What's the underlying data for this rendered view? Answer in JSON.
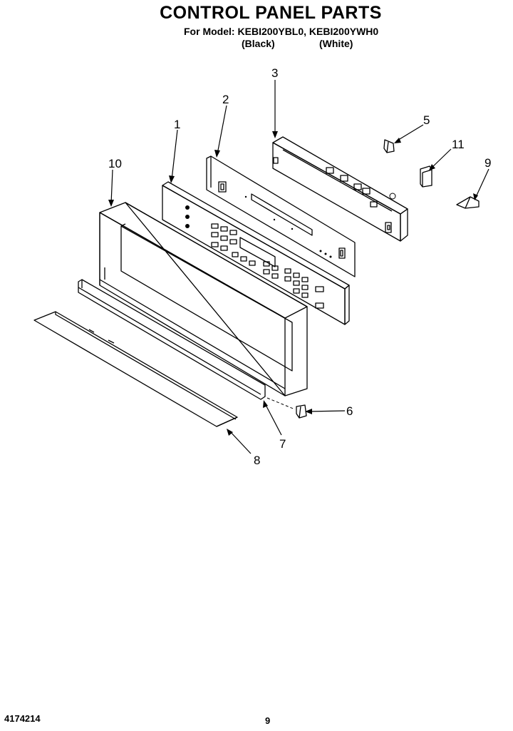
{
  "header": {
    "title": "CONTROL PANEL PARTS",
    "model_prefix": "For Model:",
    "model_numbers": "KEBI200YBL0, KEBI200YWH0",
    "color_black": "(Black)",
    "color_white": "(White)"
  },
  "callouts": {
    "c1": "1",
    "c2": "2",
    "c3": "3",
    "c5": "5",
    "c6": "6",
    "c7": "7",
    "c8": "8",
    "c9": "9",
    "c10": "10",
    "c11": "11"
  },
  "footer": {
    "document_number": "4174214",
    "page_number": "9"
  }
}
